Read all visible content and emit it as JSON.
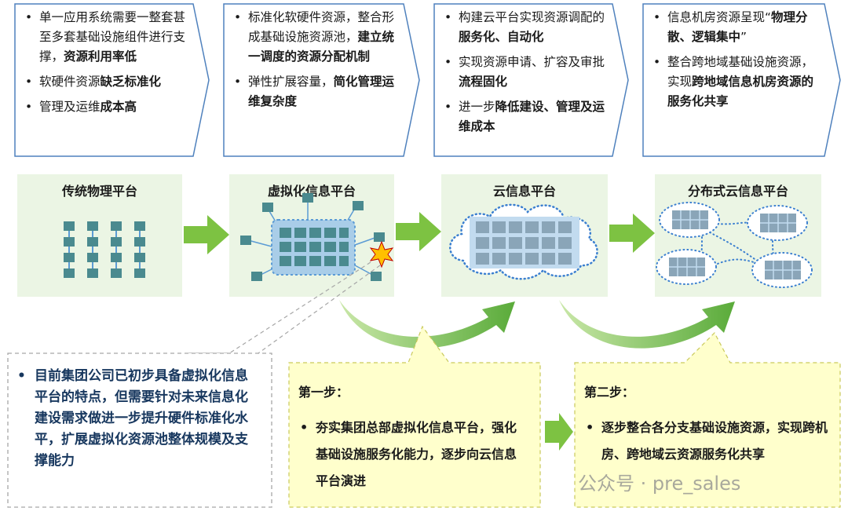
{
  "boxes": [
    {
      "items": [
        [
          {
            "t": "单一应用系统需要一整套甚至多套基础设施组件进行支撑，"
          },
          {
            "t": "资源利用率低",
            "b": true
          }
        ],
        [
          {
            "t": "软硬件资源"
          },
          {
            "t": "缺乏标准化",
            "b": true
          }
        ],
        [
          {
            "t": "管理及运维"
          },
          {
            "t": "成本高",
            "b": true
          }
        ]
      ]
    },
    {
      "items": [
        [
          {
            "t": "标准化软硬件资源，整合形成基础设施资源池，"
          },
          {
            "t": "建立统一调度的资源分配机制",
            "b": true
          }
        ],
        [
          {
            "t": "弹性扩展容量，"
          },
          {
            "t": "简化管理运维复杂度",
            "b": true
          }
        ]
      ]
    },
    {
      "items": [
        [
          {
            "t": "构建云平台实现资源调配的"
          },
          {
            "t": "服务化、自动化",
            "b": true
          }
        ],
        [
          {
            "t": "实现资源申请、扩容及审批"
          },
          {
            "t": "流程固化",
            "b": true
          }
        ],
        [
          {
            "t": "进一步"
          },
          {
            "t": "降低建设、管理及运维成本",
            "b": true
          }
        ]
      ]
    },
    {
      "items": [
        [
          {
            "t": "信息机房资源呈现“"
          },
          {
            "t": "物理分散、逻辑集中",
            "b": true
          },
          {
            "t": "”"
          }
        ],
        [
          {
            "t": "整合跨地域基础设施资源，实现"
          },
          {
            "t": "跨地域信息机房资源的服务化共享",
            "b": true
          }
        ]
      ]
    }
  ],
  "stages": [
    "传统物理平台",
    "虚拟化信息平台",
    "云信息平台",
    "分布式云信息平台"
  ],
  "left_note": "目前集团公司已初步具备虚拟化信息平台的特点，但需要针对未来信息化建设需求做进一步提升硬件标准化水平，扩展虚拟化资源池整体规模及支撑能力",
  "step1": {
    "title": "第一步：",
    "text": "夯实集团总部虚拟化信息平台，强化基础设施服务化能力，逐步向云信息平台演进"
  },
  "step2": {
    "title": "第二步：",
    "text": "逐步整合各分支基础设施资源，实现跨机房、跨地域云资源服务化共享"
  },
  "watermark": "公众号 · pre_sales",
  "colors": {
    "box_border": "#4f81bd",
    "stage_bg": "#ebf5e4",
    "green_arrow": "#7dc242",
    "note_text": "#17375e",
    "callout_fill": "#ffffcc",
    "node": "#4a8a8f"
  }
}
